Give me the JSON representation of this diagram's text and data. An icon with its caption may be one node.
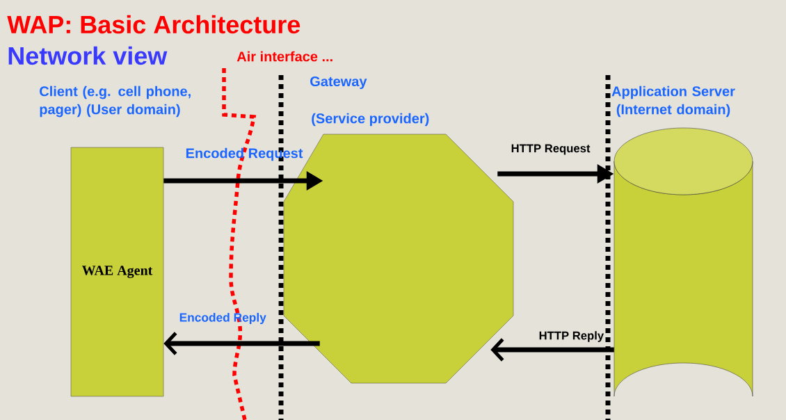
{
  "diagram": {
    "title": "WAP: Basic Architecture",
    "nodes": [
      {
        "text": [
          "WAE Agent"
        ],
        "beside": [
          "Client (e.g. cell phone, pager) (User domain)"
        ]
      },
      {
        "text": [],
        "shape": "octagon",
        "beside": [
          "Gateway",
          "(Service provider)"
        ]
      },
      {
        "text": [],
        "shape": "cylinder",
        "beside": [
          "Application Server (Internet domain)"
        ]
      }
    ],
    "edges": [
      {
        "from": 0,
        "to": 1,
        "arrow": "to",
        "label": "Encoded Request"
      },
      {
        "from": 1,
        "to": 2,
        "arrow": "to",
        "label": "HTTP Request"
      },
      {
        "from": 2,
        "to": 1,
        "arrow": "to",
        "label": "HTTP Reply"
      },
      {
        "from": 1,
        "to": 0,
        "arrow": "to",
        "label": "Encoded Reply"
      }
    ],
    "labels": [
      "Network view",
      "Air interface ..."
    ]
  }
}
